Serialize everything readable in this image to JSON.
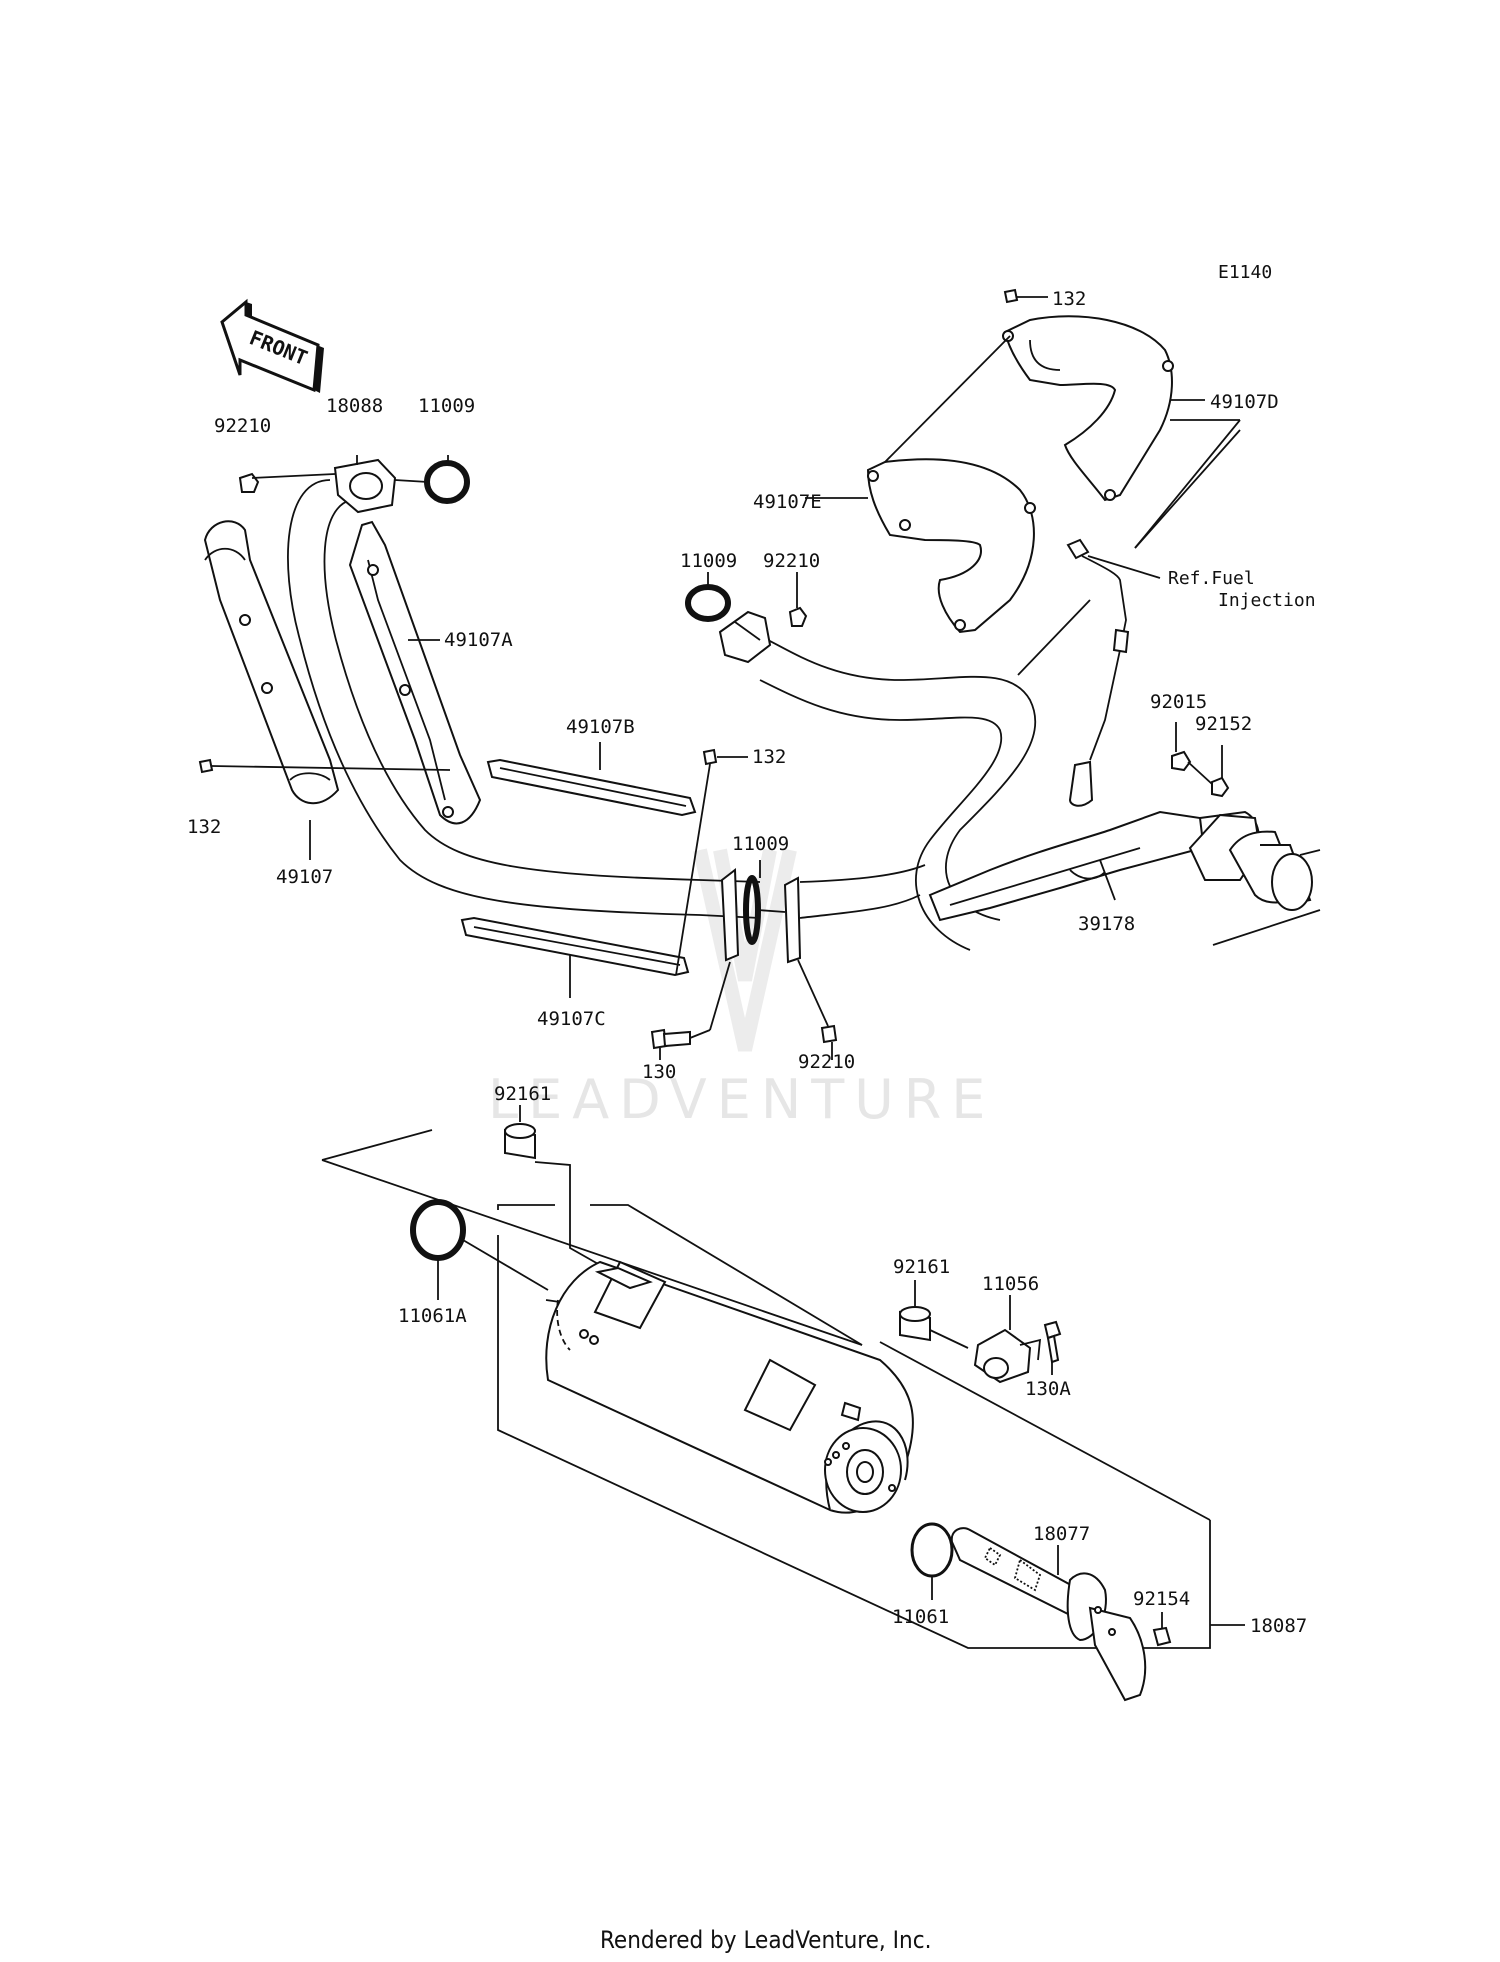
{
  "diagram_code": "E1140",
  "front_arrow": "FRONT",
  "ref_note": [
    "Ref.Fuel",
    "Injection"
  ],
  "watermark": "LEADVENTURE",
  "footer": "Rendered by LeadVenture, Inc.",
  "labels": {
    "l_92210_a": "92210",
    "l_18088": "18088",
    "l_11009_a": "11009",
    "l_49107A": "49107A",
    "l_132_a": "132",
    "l_49107": "49107",
    "l_49107B": "49107B",
    "l_132_b": "132",
    "l_11009_b": "11009",
    "l_49107C": "49107C",
    "l_130": "130",
    "l_92210_b": "92210",
    "l_132_c": "132",
    "l_49107D": "49107D",
    "l_49107E": "49107E",
    "l_11009_c": "11009",
    "l_92210_c": "92210",
    "l_92015": "92015",
    "l_92152": "92152",
    "l_39178": "39178",
    "l_92161_a": "92161",
    "l_11061A": "11061A",
    "l_92161_b": "92161",
    "l_11056": "11056",
    "l_130A": "130A",
    "l_11061": "11061",
    "l_18077": "18077",
    "l_92154": "92154",
    "l_18087": "18087"
  }
}
